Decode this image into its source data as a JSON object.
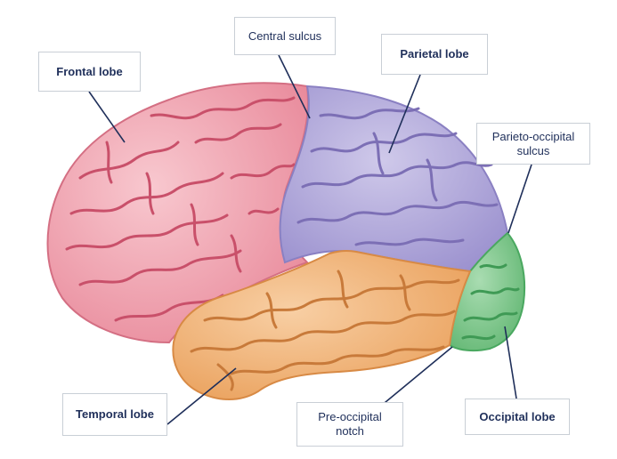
{
  "labels": {
    "frontal_lobe": "Frontal lobe",
    "central_sulcus": "Central sulcus",
    "parietal_lobe": "Parietal lobe",
    "parieto_occipital_line1": "Parieto-occipital",
    "parieto_occipital_line2": "sulcus",
    "temporal_lobe": "Temporal lobe",
    "pre_occipital_line1": "Pre-occipital",
    "pre_occipital_line2": "notch",
    "occipital_lobe": "Occipital lobe"
  },
  "colors": {
    "frontal": "#f2a9b4",
    "frontal_sulci": "#c9506a",
    "parietal": "#b6aedc",
    "parietal_sulci": "#7c6fb5",
    "temporal": "#f2b982",
    "temporal_sulci": "#c87a3a",
    "occipital": "#8ccf97",
    "occipital_sulci": "#3f9a55",
    "label_text": "#1f2f5a",
    "leader_line": "#1f2f5a"
  }
}
